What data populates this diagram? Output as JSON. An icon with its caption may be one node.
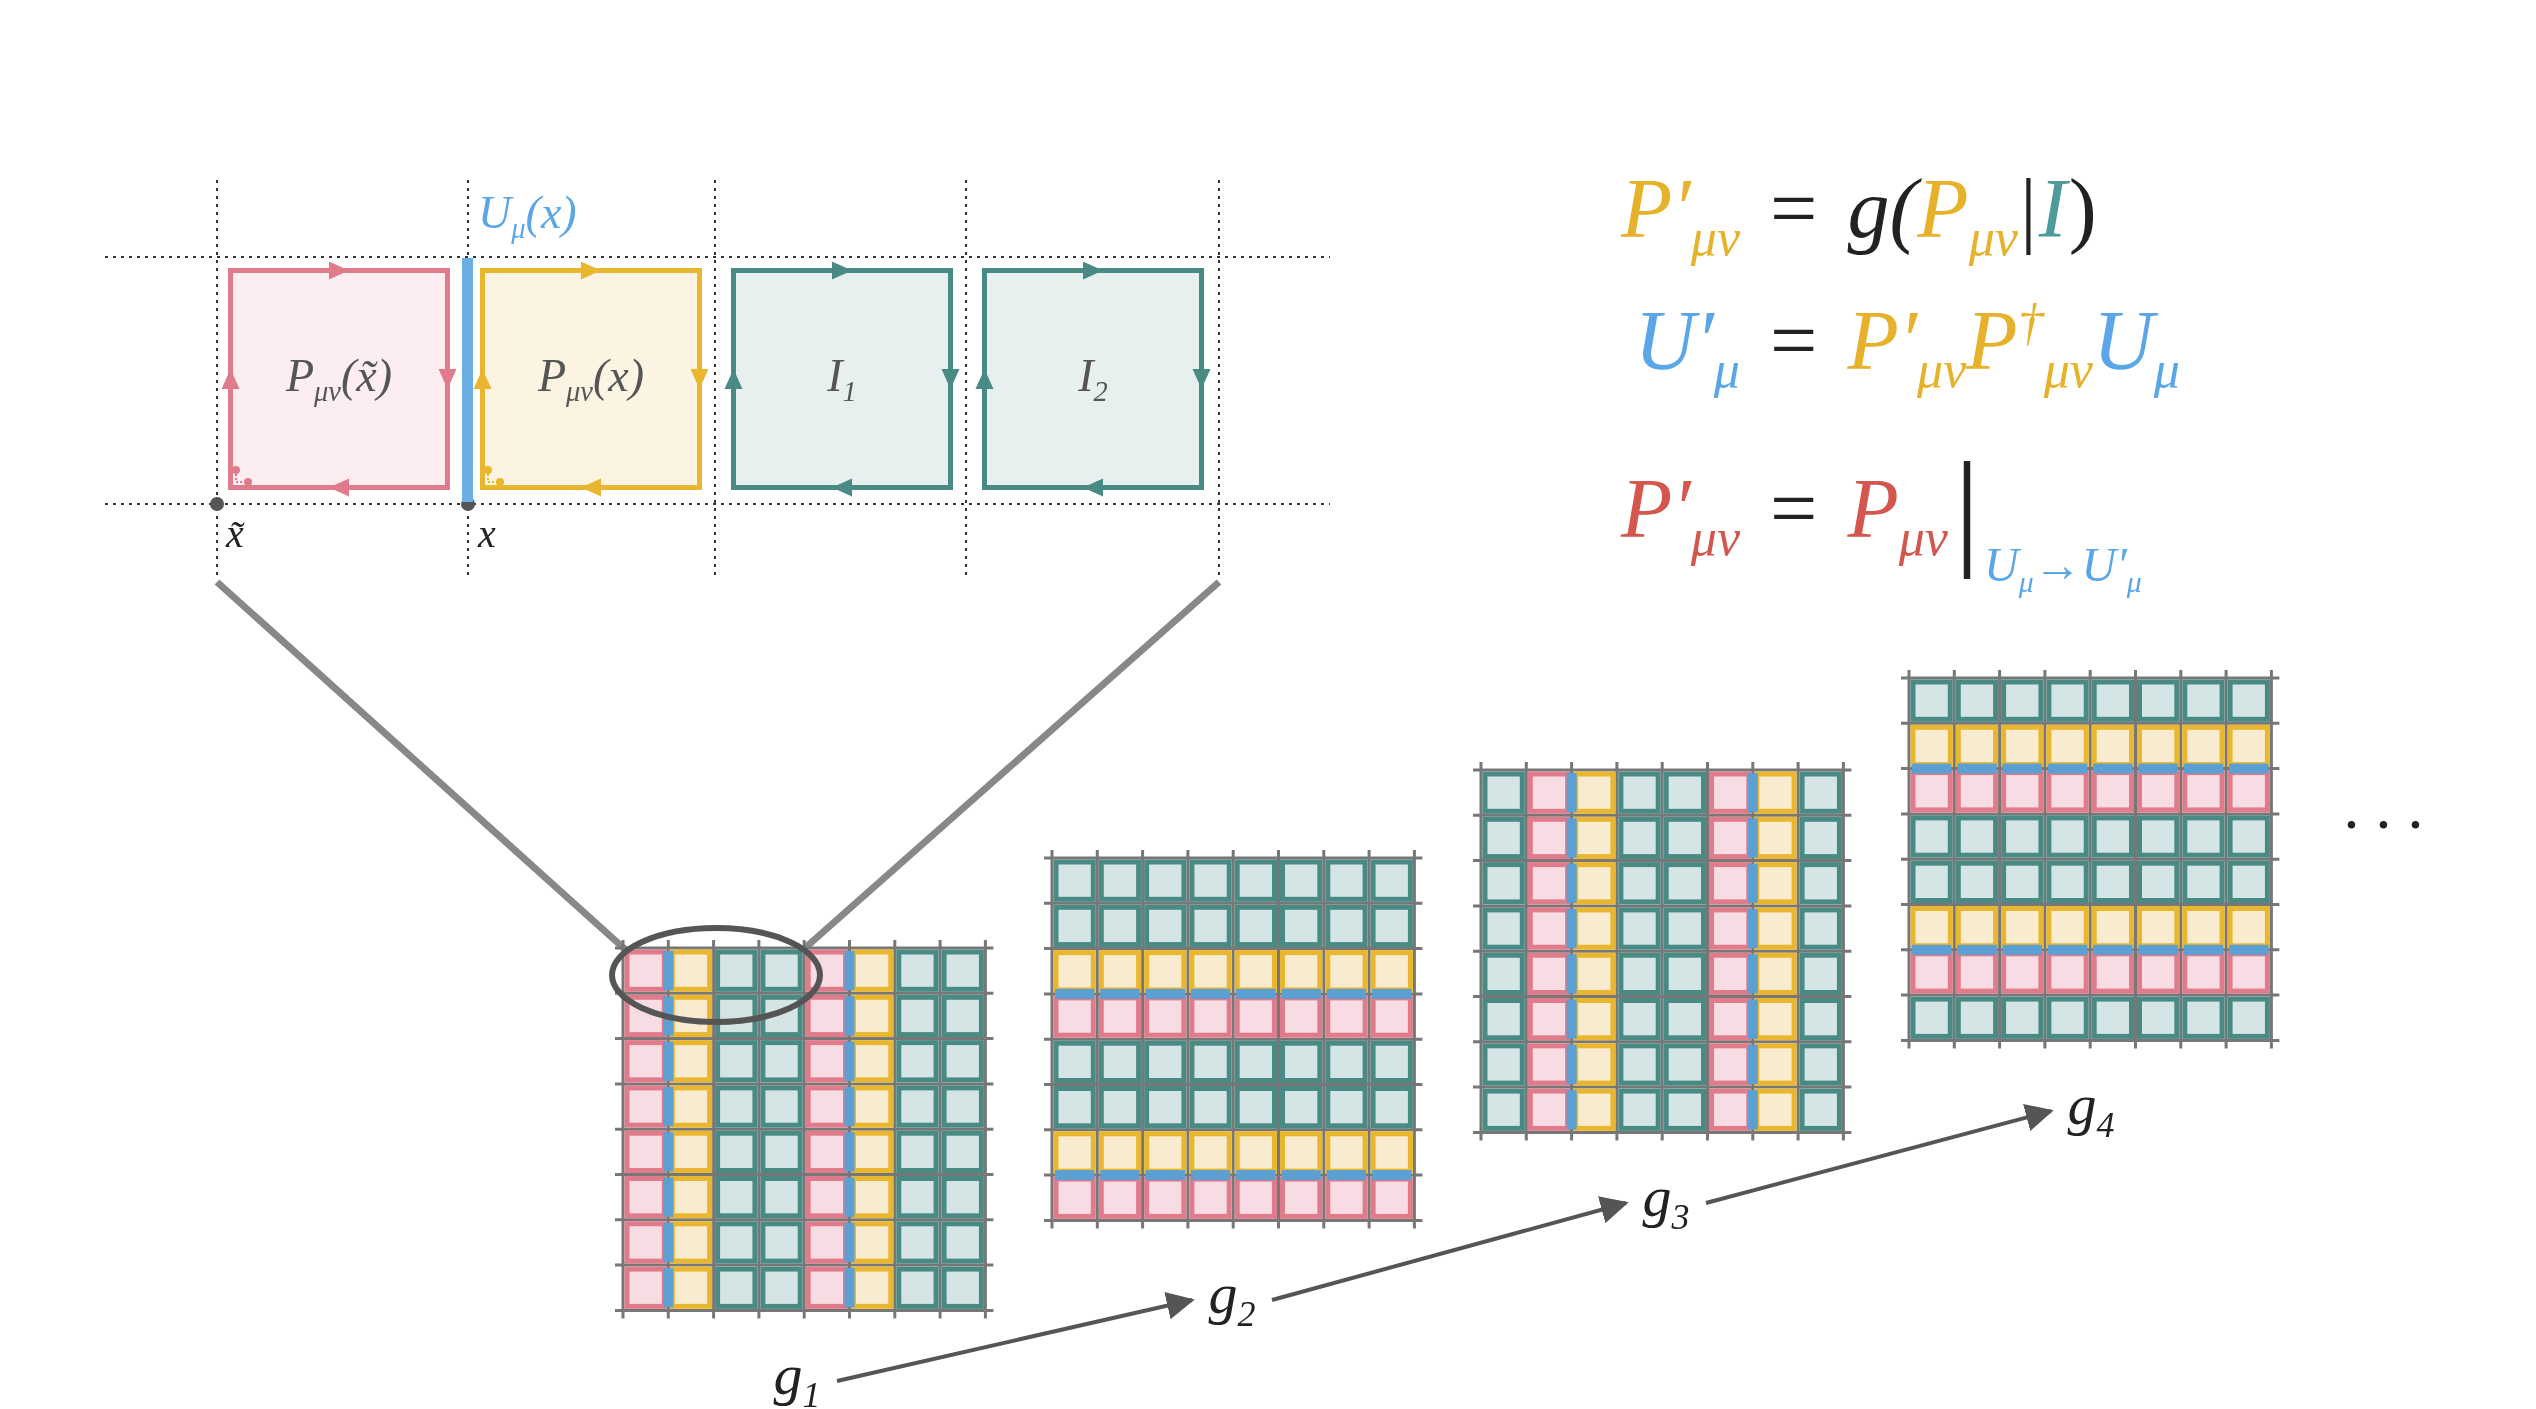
{
  "diagram": {
    "nodes": [
      {
        "text": [
          "P$_{μν}$(x̃)"
        ]
      },
      {
        "text": [
          "P$_{μν}$(x)"
        ]
      },
      {
        "text": [
          "I$_{1}$"
        ]
      },
      {
        "text": [
          "I$_{2}$"
        ]
      },
      {
        "text": [
          "g$_{1}$"
        ]
      },
      {
        "text": [
          "g$_{2}$"
        ]
      },
      {
        "text": [
          "g$_{3}$"
        ]
      },
      {
        "text": [
          "g$_{4}$"
        ]
      },
      {
        "text": [],
        "shape": "bar",
        "beside": [
          "U$_{μ}$(x)"
        ]
      }
    ],
    "edges": [
      {
        "from": 4,
        "to": 5,
        "arrow": "to"
      },
      {
        "from": 5,
        "to": 6,
        "arrow": "to"
      },
      {
        "from": 6,
        "to": 7,
        "arrow": "to"
      }
    ],
    "labels": [
      "x̃",
      "x",
      "P′$_{μν}$",
      "=",
      "g(",
      "P$_{μν}$",
      "|",
      "I",
      ")",
      "U′$_{μ}$",
      "=",
      "P′$_{μν}$P$^{†}$$_{μν}$",
      "U$_{μ}$",
      "P′$_{μν}$",
      "=",
      "P$_{μν}$",
      "|",
      "U$_{μ}$→U′$_{μ}$",
      ". . ."
    ]
  }
}
